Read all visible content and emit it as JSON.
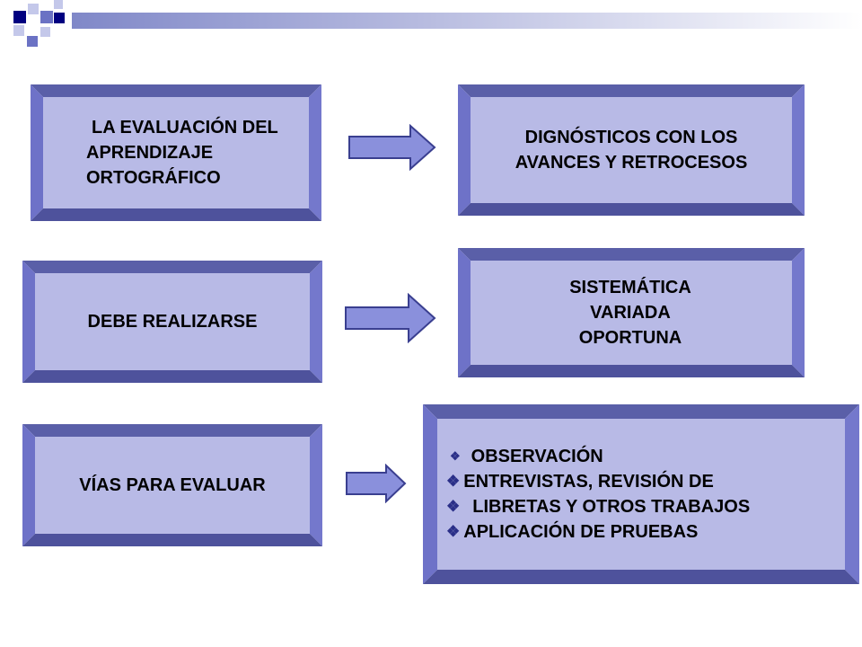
{
  "left_boxes": [
    {
      "lines": [
        "LA EVALUACIÓN DEL",
        "APRENDIZAJE",
        "ORTOGRÁFICO"
      ]
    },
    {
      "lines": [
        "DEBE REALIZARSE"
      ]
    },
    {
      "lines": [
        "VÍAS PARA EVALUAR"
      ]
    }
  ],
  "right_boxes": [
    {
      "lines": [
        "DIGNÓSTICOS CON LOS",
        "AVANCES Y RETROCESOS"
      ]
    },
    {
      "lines": [
        "SISTEMÁTICA",
        "VARIADA",
        "OPORTUNA"
      ]
    },
    {
      "bullets": [
        "OBSERVACIÓN",
        "ENTREVISTAS, REVISIÓN DE",
        "LIBRETAS Y OTROS TRABAJOS",
        "APLICACIÓN DE PRUEBAS"
      ]
    }
  ],
  "colors": {
    "face": "#b8bae6",
    "bevel_top": "#5a5fa8",
    "bevel_left": "#6e72c8",
    "bevel_right": "#7478cc",
    "bevel_bottom": "#4e529c",
    "arrow_fill": "#8a90dc",
    "arrow_stroke": "#3a3f90",
    "bullet": "#2a2f88"
  },
  "icons": {
    "bullet": "diamond-bullet-icon",
    "arrow": "right-arrow-icon"
  }
}
